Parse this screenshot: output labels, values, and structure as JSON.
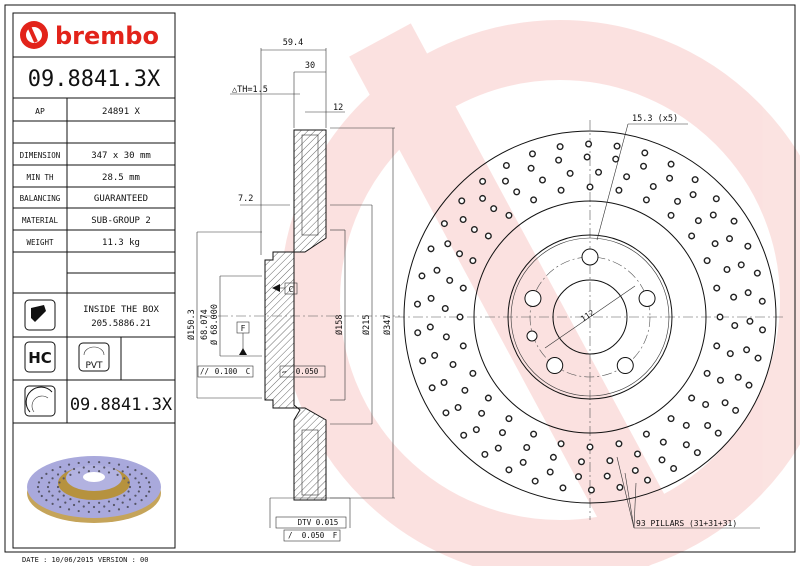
{
  "brand": {
    "name": "brembo",
    "color": "#e2231a"
  },
  "part_number": "09.8841.3X",
  "specs": [
    {
      "label": "AP",
      "value": "24891 X"
    },
    {
      "label": "DIMENSION",
      "value": "347 x 30 mm"
    },
    {
      "label": "MIN TH",
      "value": "28.5 mm"
    },
    {
      "label": "BALANCING",
      "value": "GUARANTEED"
    },
    {
      "label": "MATERIAL",
      "value": "SUB-GROUP 2"
    },
    {
      "label": "WEIGHT",
      "value": "11.3 kg"
    }
  ],
  "inside_box": {
    "line1": "INSIDE THE BOX",
    "line2": "205.5886.21",
    "icon": "screw-icon"
  },
  "badges": {
    "hc": "HC",
    "pvt": "PVT"
  },
  "footer": "DATE : 10/06/2015 VERSION : 00",
  "section_view": {
    "dim_total": "59.4",
    "dim_thickness": "30",
    "delta_th": "△TH=1.5",
    "dim_12": "12",
    "dim_72": "7.2",
    "d1503": "Ø150.3",
    "d68a": "68.074",
    "d68b": "Ø 68.000",
    "d158": "Ø158",
    "d215": "Ø215",
    "d347": "Ø347",
    "datum_c": "C",
    "datum_f": "F",
    "tol_parallel": "0.100",
    "tol_parallel_ref": "C",
    "tol_flat": "0.050",
    "dtv": "DTV 0.015",
    "runout": "0.050",
    "runout_ref": "F"
  },
  "front_view": {
    "bolt_circle": "112",
    "holes": "15.3 (x5)",
    "pillars": "93 PILLARS (31+31+31)"
  }
}
